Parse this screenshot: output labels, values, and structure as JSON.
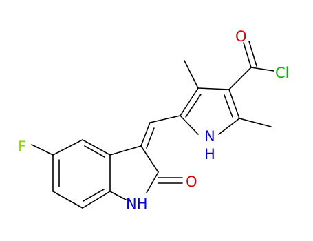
{
  "molecule": {
    "atoms": [
      {
        "id": "F",
        "label": "F",
        "color": "#8fd600"
      },
      {
        "id": "O1",
        "label": "O",
        "color": "#e00000"
      },
      {
        "id": "N1",
        "label": "NH",
        "color": "#0000e0"
      },
      {
        "id": "N2",
        "label": "H",
        "color": "#0000e0"
      },
      {
        "id": "N2b",
        "label": "N",
        "color": "#0000e0"
      },
      {
        "id": "O2",
        "label": "O",
        "color": "#e00000"
      },
      {
        "id": "Cl",
        "label": "Cl",
        "color": "#00b800"
      }
    ]
  },
  "colors": {
    "bond": "#000000",
    "background": "#ffffff"
  }
}
